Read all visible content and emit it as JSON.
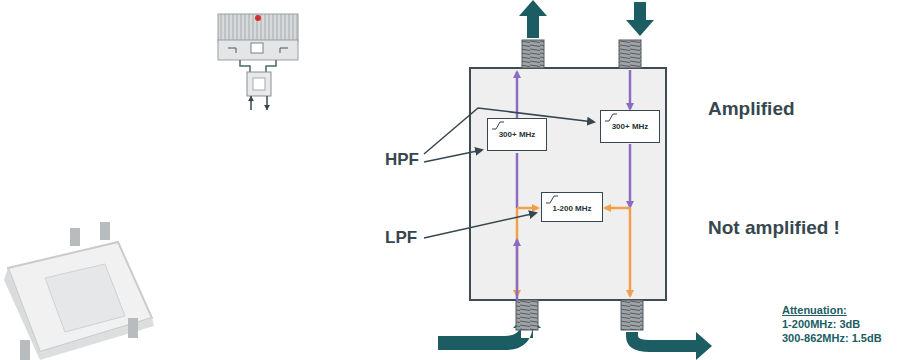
{
  "diagram": {
    "nodes": [
      {
        "text": [
          "300+ MHz"
        ]
      },
      {
        "text": [
          "300+ MHz"
        ]
      },
      {
        "text": [
          "1-200 MHz"
        ]
      }
    ],
    "labels": [
      "HPF",
      "LPF",
      "Amplified",
      "Not amplified !",
      "Attenuation:",
      "1-200MHz: 3dB",
      "300-862MHz: 1.5dB"
    ]
  }
}
